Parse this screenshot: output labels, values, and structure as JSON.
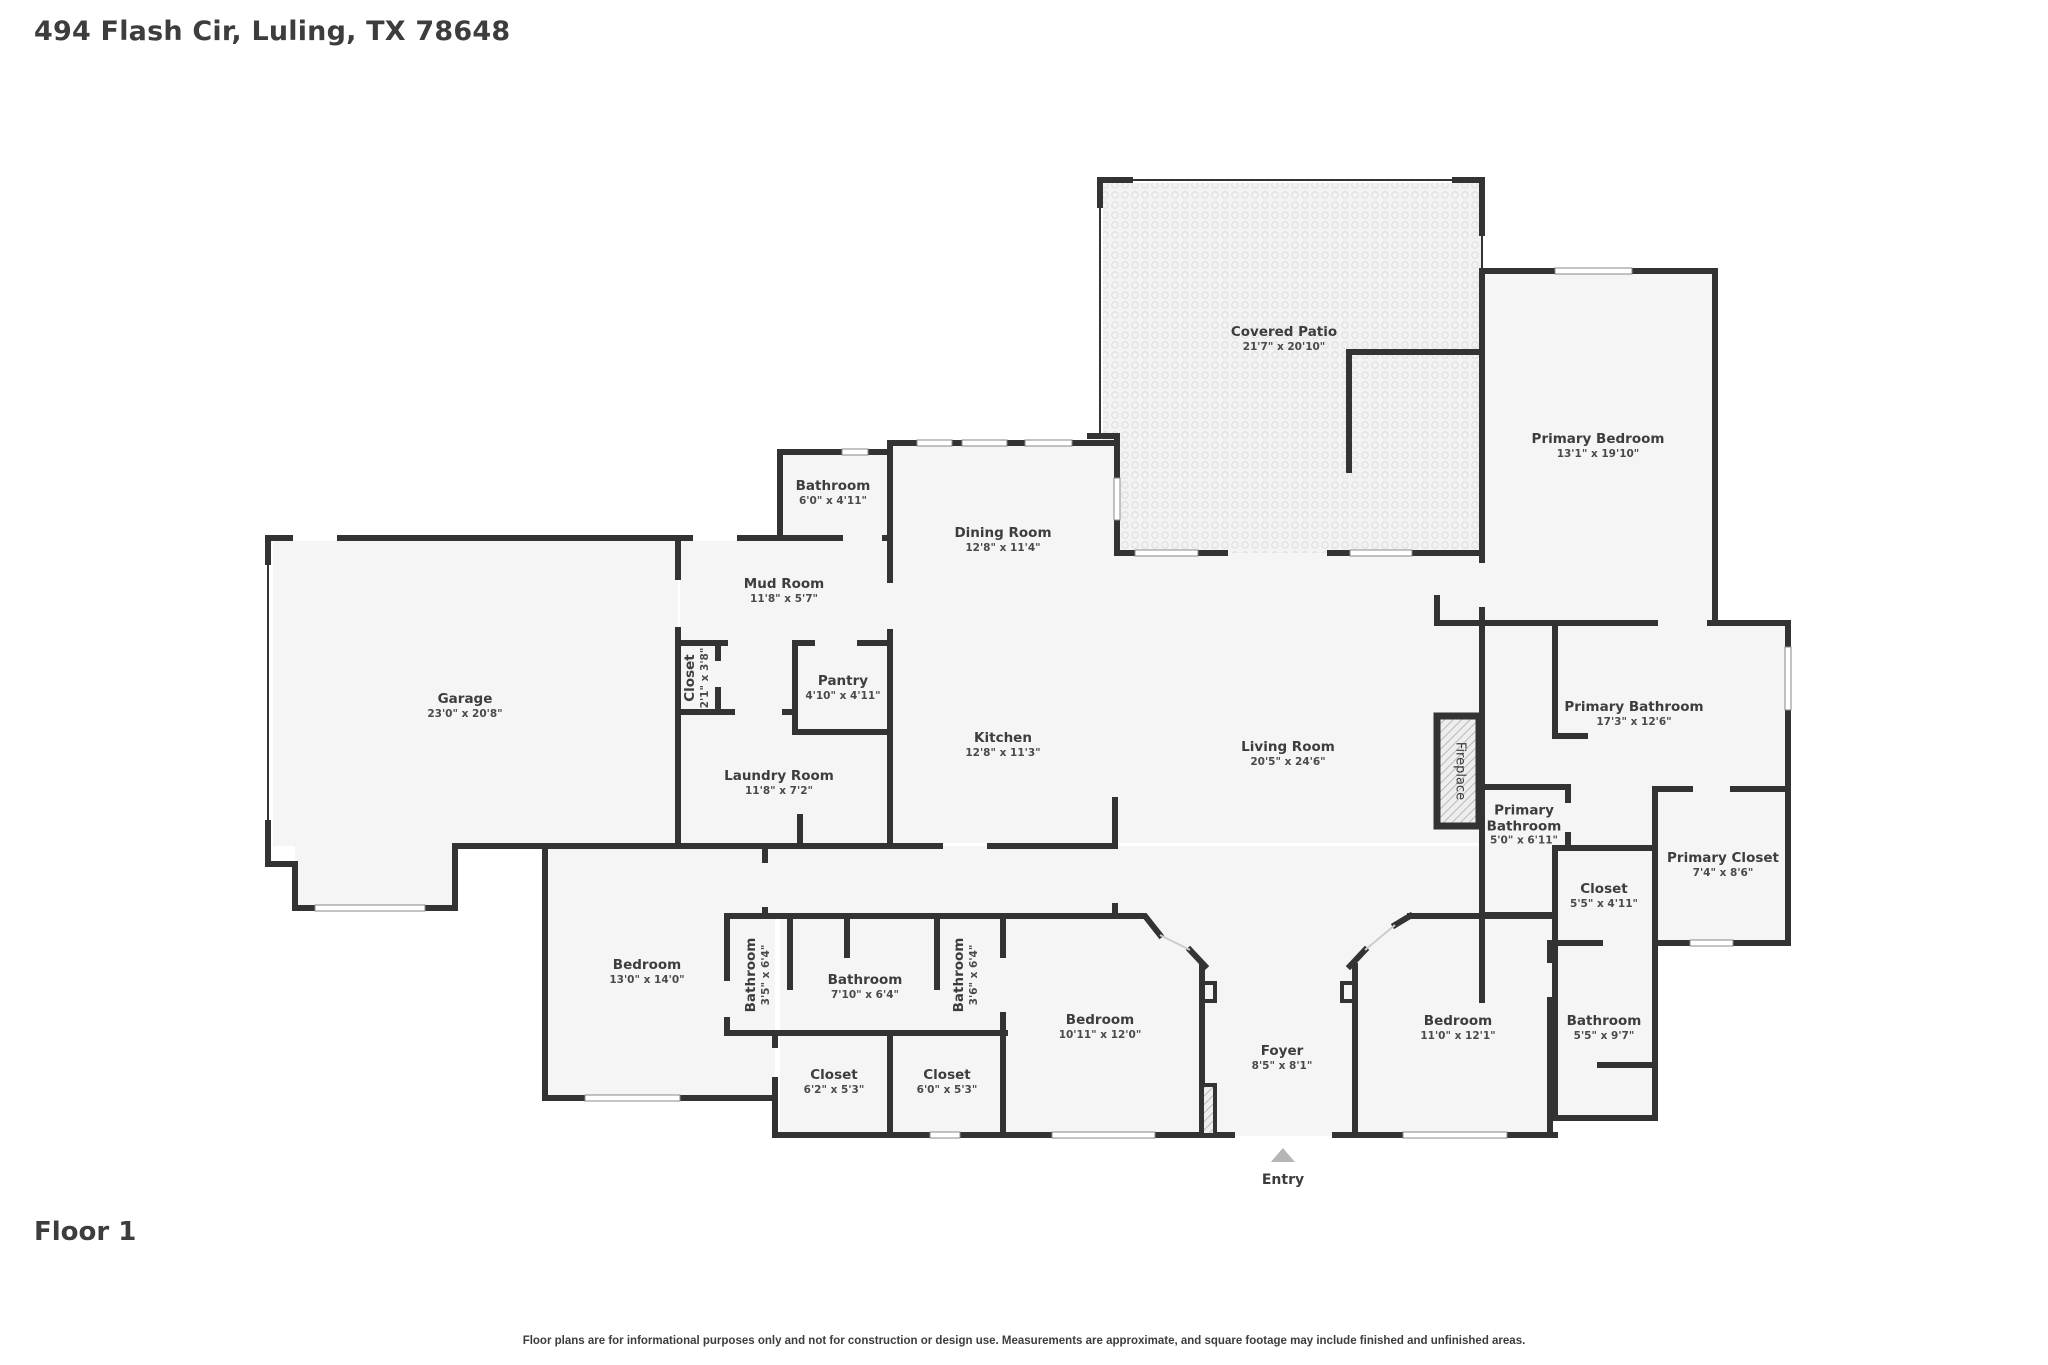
{
  "header": {
    "address": "494 Flash Cir, Luling, TX 78648"
  },
  "floor": {
    "label": "Floor 1"
  },
  "entry": {
    "label": "Entry",
    "icon": "triangle-up-icon"
  },
  "footer": {
    "disclaimer": "Floor plans are for informational purposes only and not for construction or design use. Measurements are approximate, and square footage may include finished and unfinished areas."
  },
  "colors": {
    "wall": "#333333",
    "floor": "#f5f5f5",
    "background": "#ffffff",
    "text": "#3d3d3d",
    "entry_marker": "#b5b5b5"
  },
  "rooms": [
    {
      "name": "Covered Patio",
      "dims": "21'7\" x 20'10\""
    },
    {
      "name": "Primary Bedroom",
      "dims": "13'1\" x 19'10\""
    },
    {
      "name": "Bathroom",
      "dims": "6'0\" x 4'11\""
    },
    {
      "name": "Dining Room",
      "dims": "12'8\" x 11'4\""
    },
    {
      "name": "Mud Room",
      "dims": "11'8\" x 5'7\""
    },
    {
      "name": "Garage",
      "dims": "23'0\" x 20'8\""
    },
    {
      "name": "Closet",
      "dims": "2'1\" x 3'8\""
    },
    {
      "name": "Pantry",
      "dims": "4'10\" x 4'11\""
    },
    {
      "name": "Kitchen",
      "dims": "12'8\" x 11'3\""
    },
    {
      "name": "Living Room",
      "dims": "20'5\" x 24'6\""
    },
    {
      "name": "Laundry Room",
      "dims": "11'8\" x 7'2\""
    },
    {
      "name": "Primary Bathroom",
      "dims": "17'3\" x 12'6\""
    },
    {
      "name": "Fireplace",
      "dims": ""
    },
    {
      "name": "Primary Bathroom",
      "dims": "5'0\" x 6'11\""
    },
    {
      "name": "Primary Closet",
      "dims": "7'4\" x 8'6\""
    },
    {
      "name": "Closet",
      "dims": "5'5\" x 4'11\""
    },
    {
      "name": "Bedroom",
      "dims": "13'0\" x 14'0\""
    },
    {
      "name": "Bathroom",
      "dims": "3'5\" x 6'4\""
    },
    {
      "name": "Bathroom",
      "dims": "7'10\" x 6'4\""
    },
    {
      "name": "Bathroom",
      "dims": "3'6\" x 6'4\""
    },
    {
      "name": "Bedroom",
      "dims": "10'11\" x 12'0\""
    },
    {
      "name": "Foyer",
      "dims": "8'5\" x 8'1\""
    },
    {
      "name": "Bedroom",
      "dims": "11'0\" x 12'1\""
    },
    {
      "name": "Bathroom",
      "dims": "5'5\" x 9'7\""
    },
    {
      "name": "Closet",
      "dims": "6'2\" x 5'3\""
    },
    {
      "name": "Closet",
      "dims": "6'0\" x 5'3\""
    }
  ]
}
